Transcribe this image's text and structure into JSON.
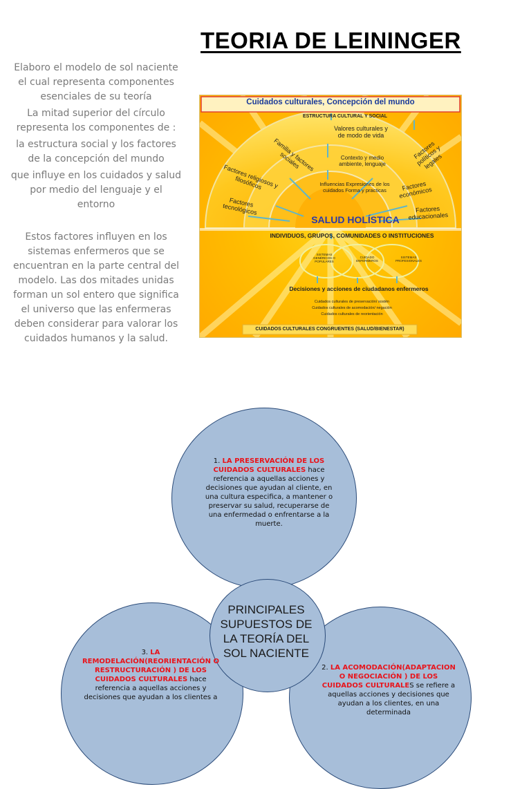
{
  "title": "TEORIA DE LEININGER",
  "intro": {
    "p1": "Elaboro el modelo de sol naciente el cual representa componentes esenciales de su teoría",
    "p2": "La mitad superior del círculo representa los componentes de :",
    "p3": "la estructura social y los factores de la concepción del mundo",
    "p4": "que influye en los cuidados y salud por medio del lenguaje y el entorno",
    "p5": "Estos factores influyen en los sistemas enfermeros que se encuentran en la parte central del modelo. Las dos mitades unidas forman un sol entero que significa el universo que las enfermeras deben considerar para valorar los cuidados humanos y la salud."
  },
  "sunrise": {
    "top_banner": "Cuidados culturales, Concepción del mundo",
    "structure": "ESTRUCTURA CULTURAL Y SOCIAL",
    "valores": "Valores culturales y de modo de vida",
    "contexto": "Contexto y medio ambiente, lenguaje",
    "familia": "Familia y factores sociales",
    "politicos": "Factores políticos y legales",
    "religiosos": "Factores religiosos y filosóficos",
    "economicos": "Factores económicos",
    "tecnologicos": "Factores tecnológicos",
    "educacionales": "Factores educacionales",
    "influencias": "Influencias Expresiones de los cuidados Forma y practicas",
    "salud": "SALUD HOLÍSTICA",
    "individuos": "INDIVIDUOS, GRUPOS, COMUNIDADES O INSTITUCIONES",
    "sist_genericos": "SISTEMAS GENÉRICOS O POPULARES",
    "cuidado_enf": "CUIDADO ENFERMEROS",
    "sist_prof": "SISTEMAS PROFESIONALES",
    "decisiones": "Decisiones y acciones de ciudadanos enfermeros",
    "cuidados_1": "Cuidados culturales de preservación/ sostén",
    "cuidados_2": "Cuidados culturales de acomodación/ negación",
    "cuidados_3": "Cuidados culturales de reorientación",
    "bottom_banner": "CUIDADOS CULTURALES CONGRUENTES (SALUD/BIENESTAR)"
  },
  "circles": {
    "top": {
      "num": "1. ",
      "red": "LA PRESERVACIÓN DE LOS CUIDADOS CULTURALES",
      "body": " hace referencia a aquellas acciones y decisiones que ayudan al cliente, en una cultura especifica, a mantener o preservar su salud, recuperarse de una enfermedad o enfrentarse a la muerte."
    },
    "center": "PRINCIPALES SUPUESTOS DE LA TEORÍA DEL SOL NACIENTE",
    "left": {
      "num": "3. ",
      "red": "LA REMODELACIÓN(REORIENTACIÓN O RESTRUCTURACIÓN ) DE LOS CUIDADOS CULTURALES",
      "body": " hace referencia a aquellas acciones y decisiones que ayudan a los clientes a"
    },
    "right": {
      "num": "2. ",
      "red": "LA ACOMODACIÓN(ADAPTACION O NEGOCIACIÓN ) DE LOS CUIDADOS CULTURALE",
      "body": "S se refiere a aquellas acciones y decisiones que ayudan a los clientes, en una determinada"
    }
  },
  "colors": {
    "circle_fill": "#a7bed9",
    "circle_border": "#2a4a78",
    "accent_red": "#e8141b",
    "sun_yellow": "#ffc400"
  }
}
